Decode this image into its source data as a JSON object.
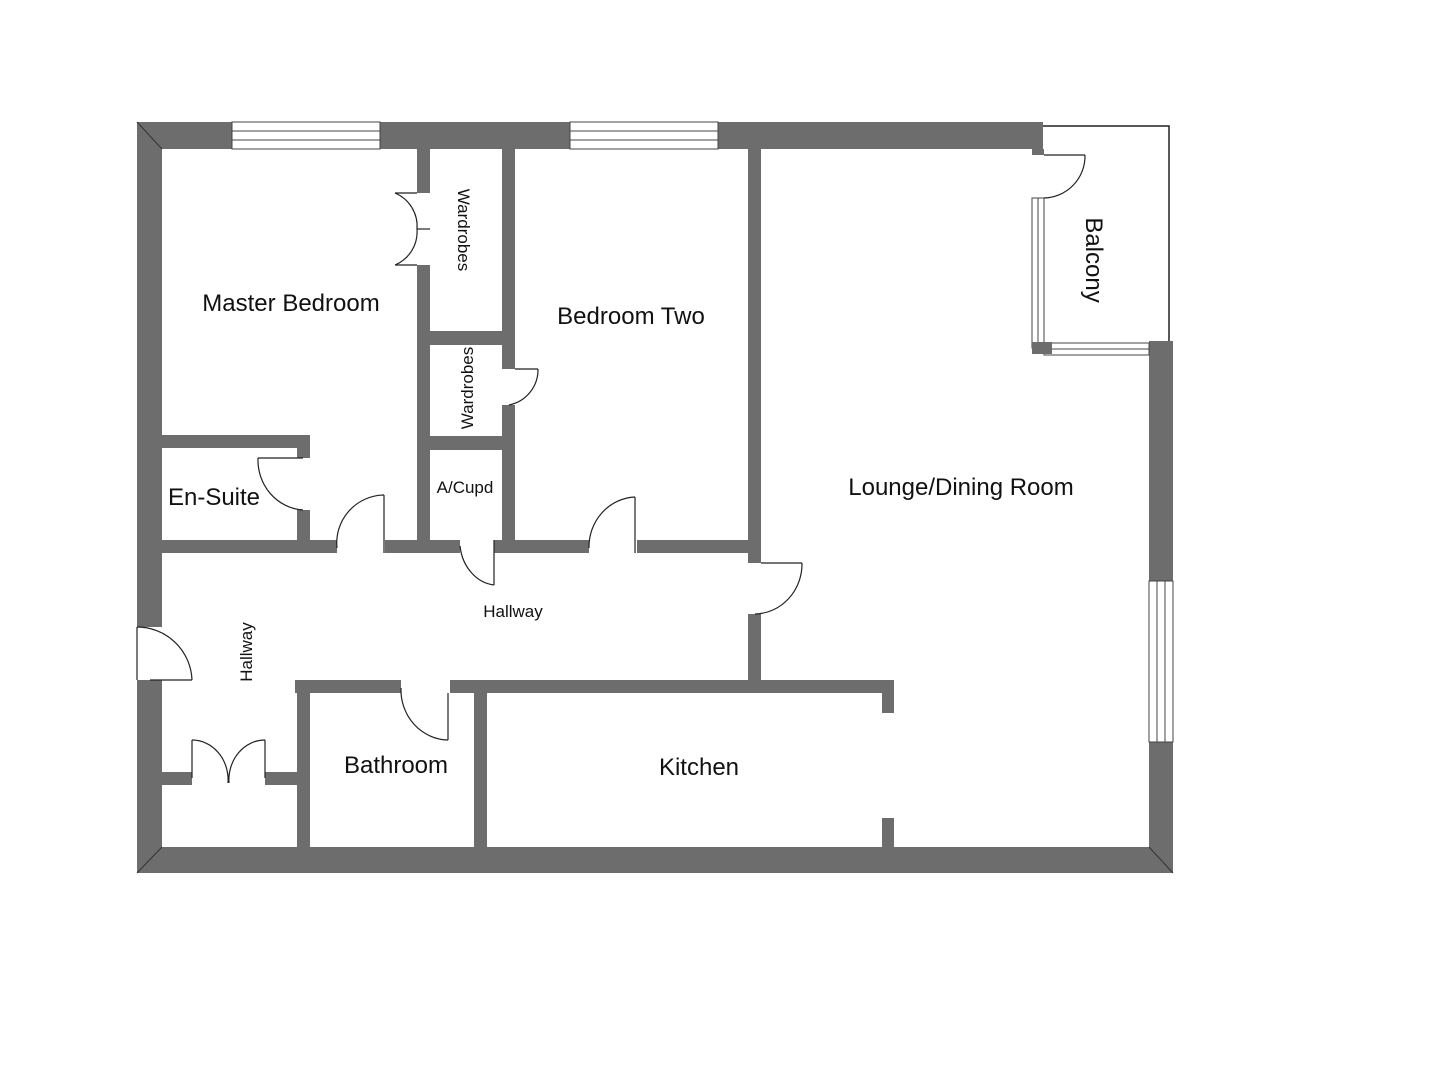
{
  "rooms": {
    "master_bedroom": "Master Bedroom",
    "bedroom_two": "Bedroom Two",
    "wardrobes_master": "Wardrobes",
    "wardrobes_two": "Wardrobes",
    "airing_cupboard": "A/Cupd",
    "en_suite": "En-Suite",
    "lounge_dining": "Lounge/Dining Room",
    "balcony": "Balcony",
    "hallway_main": "Hallway",
    "hallway_side": "Hallway",
    "bathroom": "Bathroom",
    "kitchen": "Kitchen"
  },
  "colors": {
    "wall": "#6d6d6d",
    "wall_outline": "#333333",
    "background": "#ffffff"
  }
}
